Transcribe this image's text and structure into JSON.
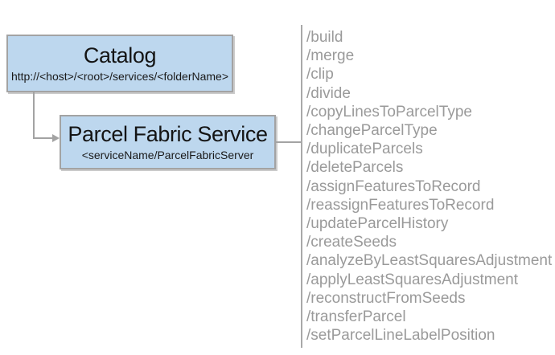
{
  "catalog": {
    "title": "Catalog",
    "subtitle": "http://<host>/<root>/services/<folderName>"
  },
  "service": {
    "title": "Parcel Fabric Service",
    "subtitle": "<serviceName/ParcelFabricServer"
  },
  "operations": [
    "/build",
    "/merge",
    "/clip",
    "/divide",
    "/copyLinesToParcelType",
    "/changeParcelType",
    "/duplicateParcels",
    "/deleteParcels",
    "/assignFeaturesToRecord",
    "/reassignFeaturesToRecord",
    "/updateParcelHistory",
    "/createSeeds",
    "/analyzeByLeastSquaresAdjustment",
    "/applyLeastSquaresAdjustment",
    "/reconstructFromSeeds",
    "/transferParcel",
    "/setParcelLineLabelPosition"
  ],
  "colors": {
    "box_fill": "#bdd7ee",
    "box_border": "#a3a3a3",
    "connector": "#a3a3a3",
    "separator": "#a9a9a9",
    "list_text": "#9a9a9a",
    "title_text": "#141414",
    "background": "#ffffff"
  }
}
